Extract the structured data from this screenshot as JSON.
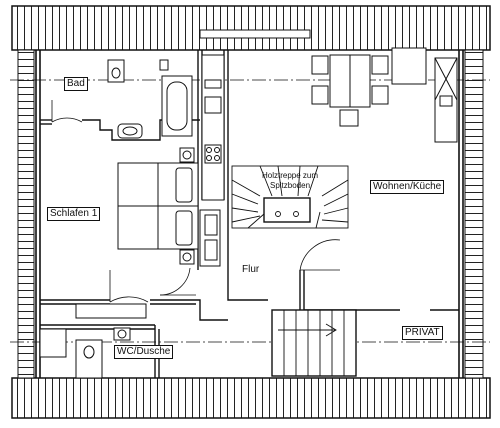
{
  "rooms": {
    "bad": "Bad",
    "schlafen": "Schlafen 1",
    "wohnen": "Wohnen/Küche",
    "flur": "Flur",
    "wc": "WC/Dusche",
    "privat": "PRIVAT",
    "treppe_line1": "Holztreppe zum",
    "treppe_line2": "Spitzboden"
  }
}
